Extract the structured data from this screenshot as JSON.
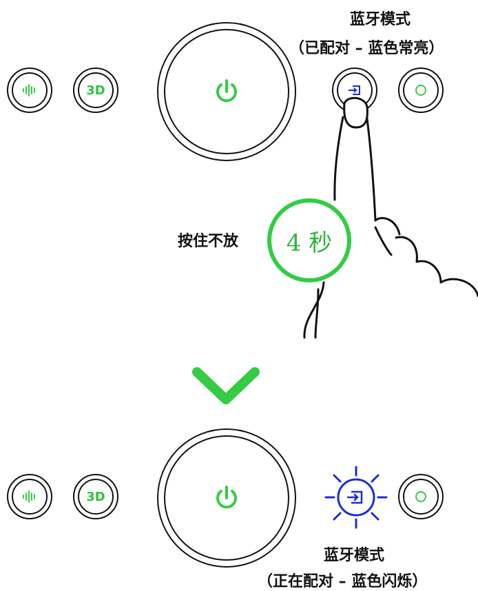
{
  "colors": {
    "green": "#33cc44",
    "blue": "#1a2bd6",
    "outline": "#111111"
  },
  "top": {
    "caption_title": "蓝牙模式",
    "caption_sub": "（已配对 – 蓝色常亮）"
  },
  "hold": {
    "label": "按住不放",
    "timer": "4 秒"
  },
  "bottom": {
    "caption_title": "蓝牙模式",
    "caption_sub": "（正在配对 – 蓝色闪烁）"
  },
  "buttons": {
    "three_d_label": "3D"
  },
  "icons": [
    "sound-wave-icon",
    "3d-icon",
    "power-icon",
    "bluetooth-input-icon",
    "circle-mode-icon",
    "hand-pointer-icon",
    "chevron-down-icon"
  ]
}
